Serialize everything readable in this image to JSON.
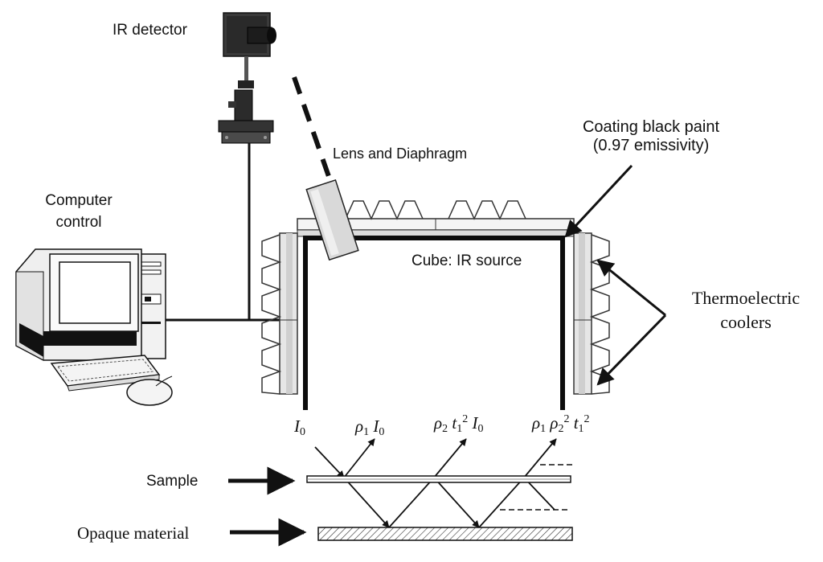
{
  "labels": {
    "ir_detector": "IR detector",
    "lens": "Lens and Diaphragm",
    "coating_line1": "Coating black paint",
    "coating_line2": "(0.97 emissivity)",
    "computer_line1": "Computer",
    "computer_line2": "control",
    "cube": "Cube: IR source",
    "tec_line1": "Thermoelectric",
    "tec_line2": "coolers",
    "sample": "Sample",
    "opaque": "Opaque material"
  },
  "beams": {
    "b0": {
      "sym": "I",
      "sub": "0"
    },
    "b1": {
      "rho": "ρ",
      "rho_sub": "1",
      "i": "I",
      "i_sub": "0"
    },
    "b2": {
      "rho": "ρ",
      "rho_sub": "2",
      "t": "t",
      "t_sub": "1",
      "t_sup": "2",
      "i": "I",
      "i_sub": "0"
    },
    "b3": {
      "rho1": "ρ",
      "rho1_sub": "1",
      "rho2": "ρ",
      "rho2_sub": "2",
      "rho2_sup": "2",
      "t": "t",
      "t_sub": "1",
      "t_sup": "2"
    }
  }
}
